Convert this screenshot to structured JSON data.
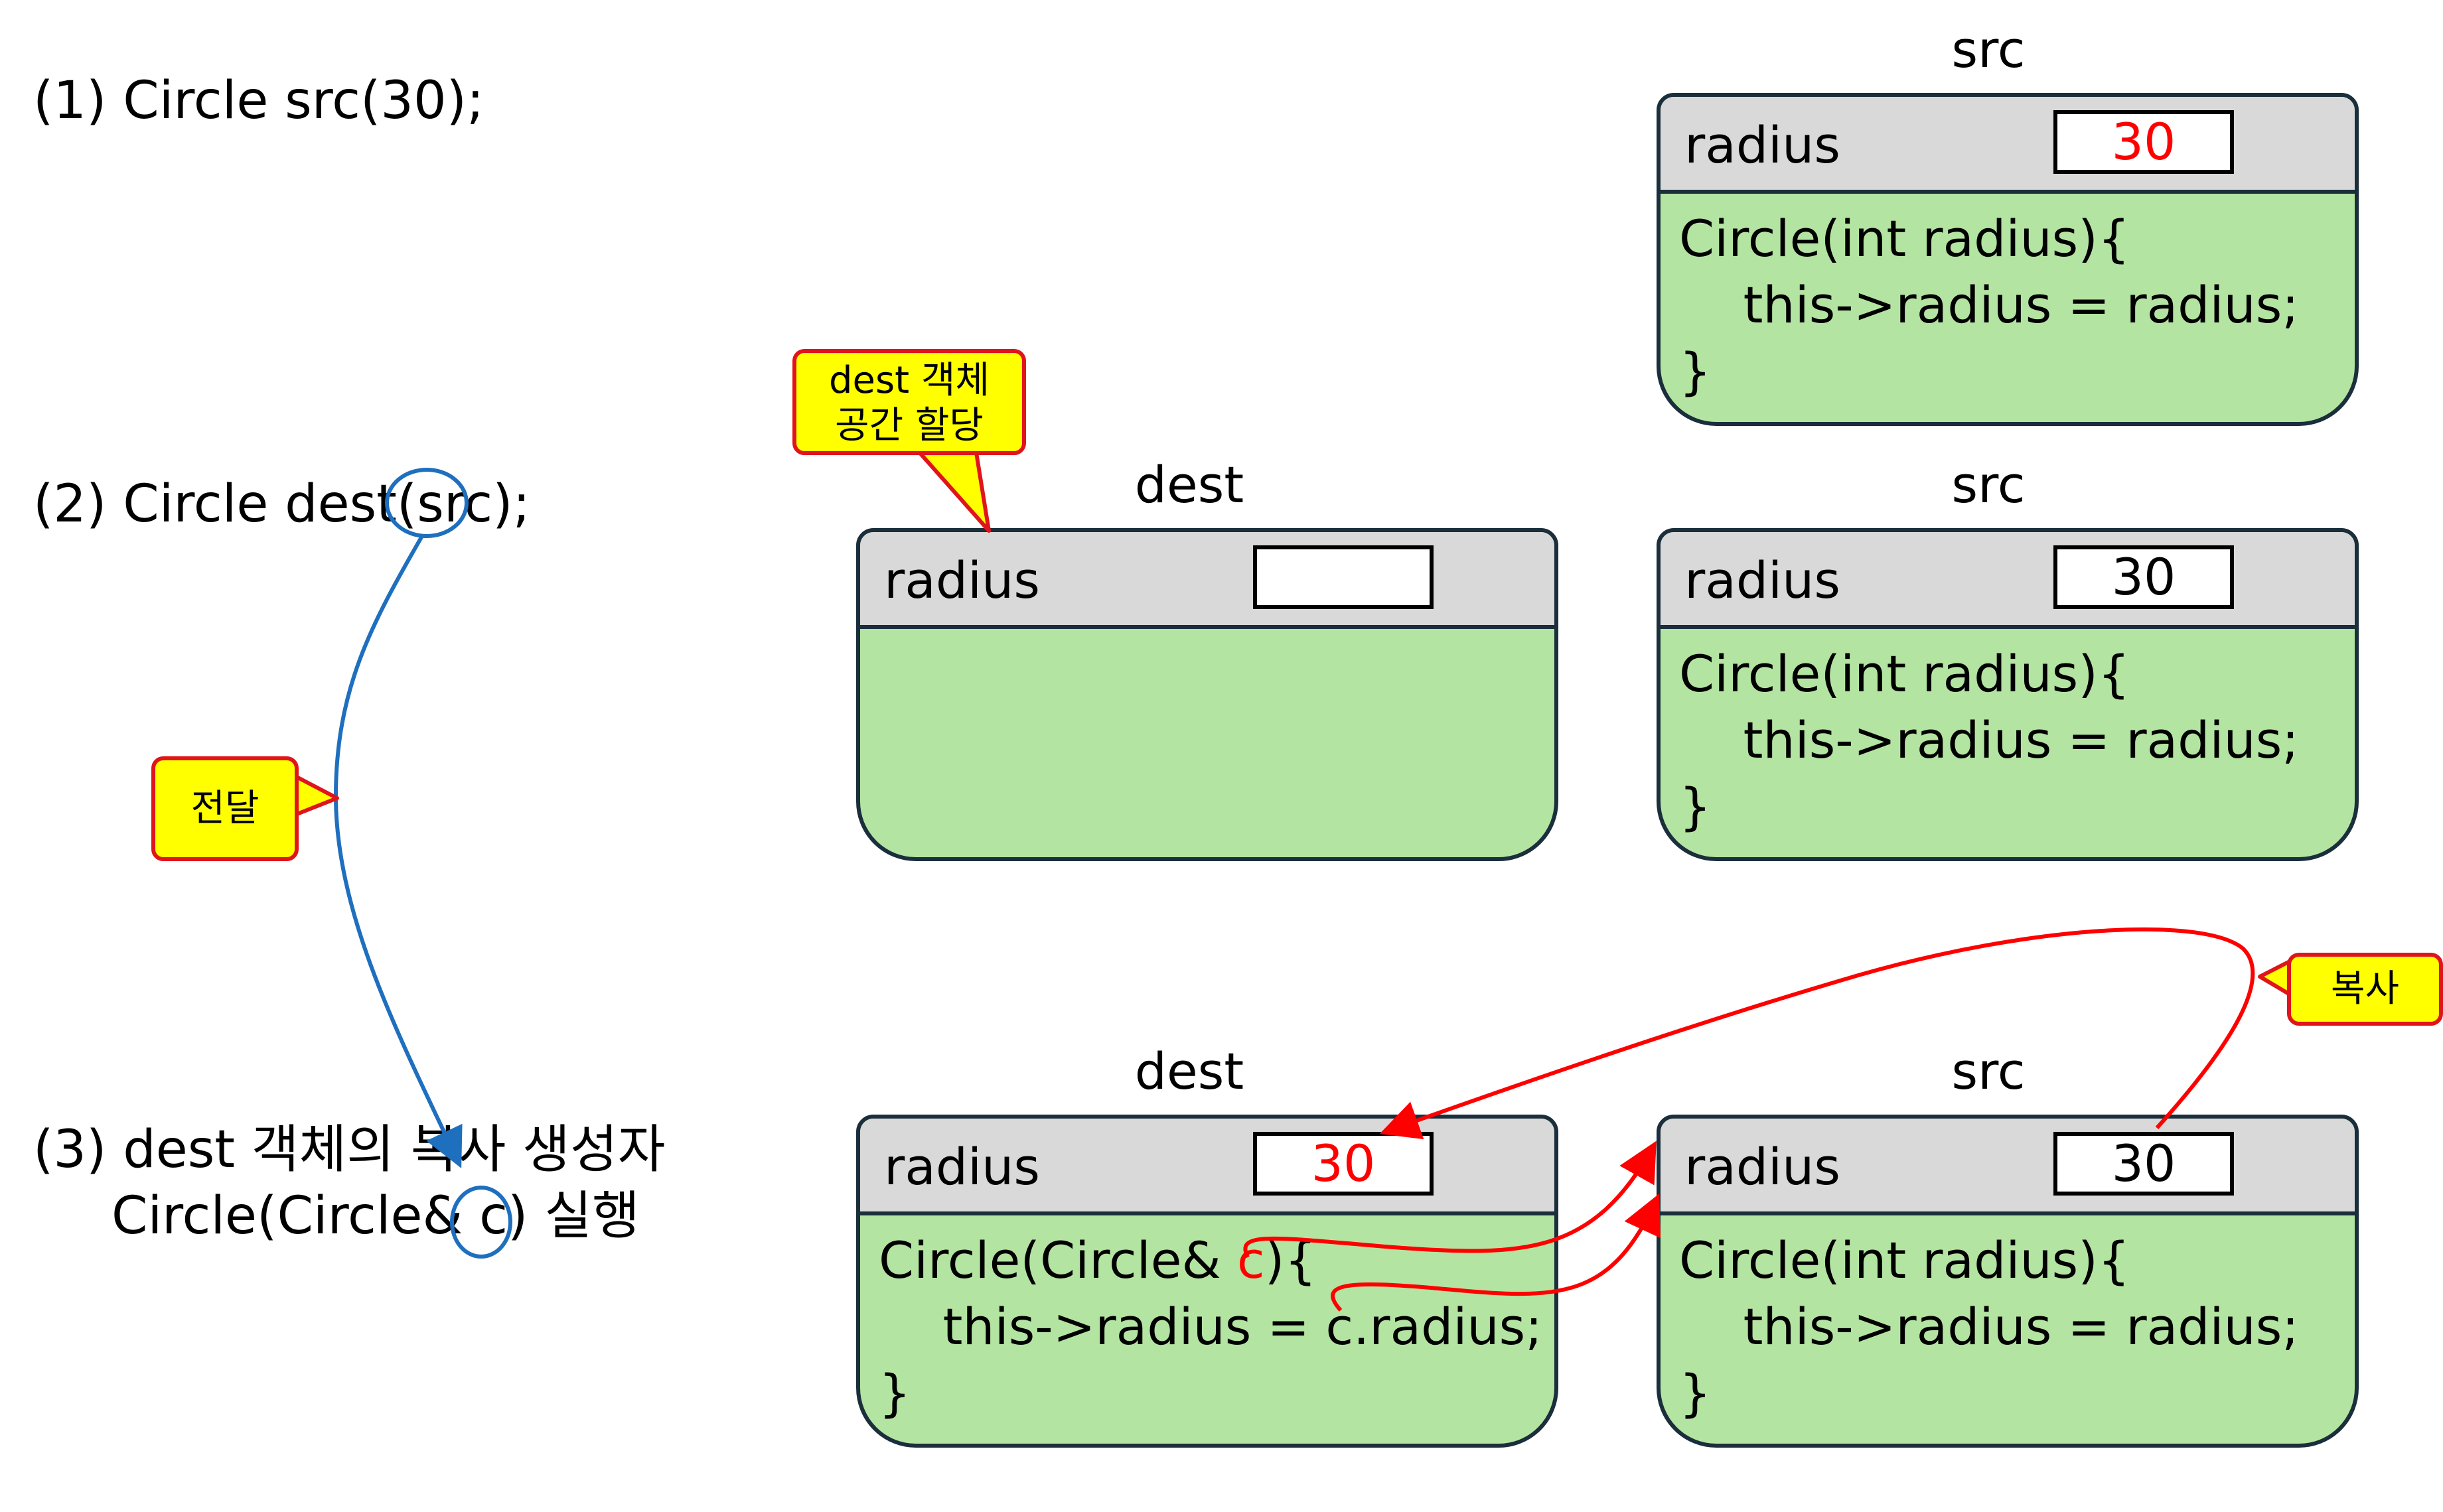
{
  "steps": {
    "s1": "(1) Circle src(30);",
    "s2_pre": "(2) Circle dest(",
    "s2_arg": "src",
    "s2_post": ");",
    "s3_line1": "(3) dest 객체의 복사 생성자",
    "s3_pre": "Circle(Circle& ",
    "s3_arg": "c",
    "s3_post": ") 실행"
  },
  "objects": {
    "src1": {
      "name": "src",
      "field": "radius",
      "value": "30",
      "body": [
        "Circle(int radius){",
        "    this->radius = radius;",
        "}"
      ]
    },
    "dest2": {
      "name": "dest",
      "field": "radius",
      "value": ""
    },
    "src2": {
      "name": "src",
      "field": "radius",
      "value": "30",
      "body": [
        "Circle(int radius){",
        "    this->radius = radius;",
        "}"
      ]
    },
    "dest3": {
      "name": "dest",
      "field": "radius",
      "value": "30",
      "body_l1_pre": "Circle(Circle& ",
      "body_l1_arg": "c",
      "body_l1_post": "){",
      "body_l2": "    this->radius = c.radius;",
      "body_l3": "}"
    },
    "src3": {
      "name": "src",
      "field": "radius",
      "value": "30",
      "body": [
        "Circle(int radius){",
        "    this->radius = radius;",
        "}"
      ]
    }
  },
  "callouts": {
    "alloc": "dest 객체\n공간 할당",
    "pass": "전달",
    "copy": "복사"
  },
  "colors": {
    "object_body": "#b4e4a2",
    "object_head": "#d9d9d9",
    "callout_fill": "#ffff00",
    "callout_border": "#e0151b",
    "pass_arrow": "#1f6fbf",
    "copy_arrow": "#ff0000"
  }
}
